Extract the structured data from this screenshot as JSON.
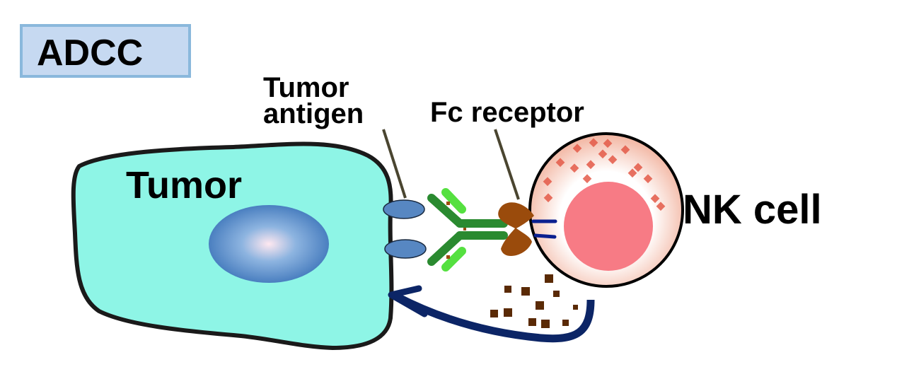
{
  "title": "ADCC",
  "labels": {
    "tumor_antigen_line1": "Tumor",
    "tumor_antigen_line2": "antigen",
    "fc_receptor": "Fc receptor",
    "tumor_cell": "Tumor",
    "nk_cell": "NK cell"
  },
  "colors": {
    "tumor_cytoplasm": "#8ef5e6",
    "tumor_nucleus": "#4f86c4",
    "antigen": "#5787c2",
    "antibody_heavy": "#2a8a30",
    "antibody_light": "#55e040",
    "fc_receptor": "#9a4b0c",
    "nk_nucleus": "#f77b85",
    "granules": "#e45a48",
    "cytotoxic_granules": "#5a2a05",
    "arrow": "#0c2566",
    "title_box": "#c6d9f1"
  }
}
